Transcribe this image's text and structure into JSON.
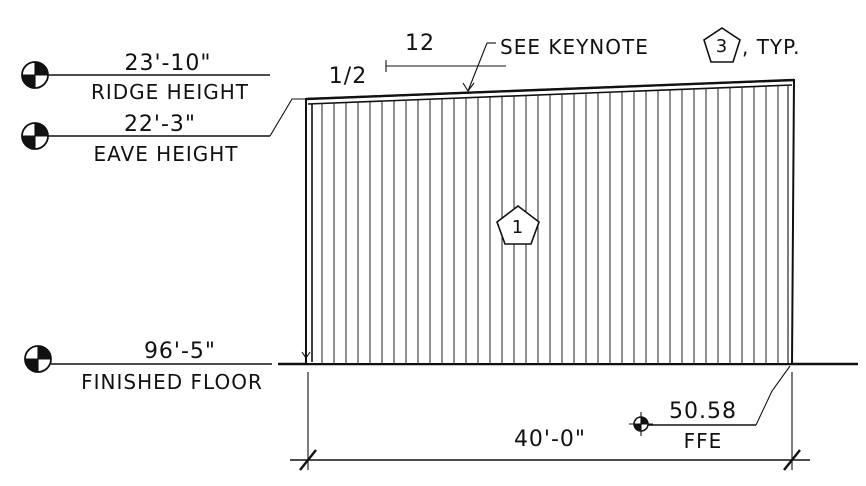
{
  "levels": {
    "ridge": {
      "value": "23'-10\"",
      "label": "RIDGE HEIGHT"
    },
    "eave": {
      "value": "22'-3\"",
      "label": "EAVE HEIGHT"
    },
    "floor": {
      "value": "96'-5\"",
      "label": "FINISHED FLOOR"
    }
  },
  "slope": {
    "rise": "1/2",
    "run": "12"
  },
  "keynote_callout": {
    "prefix": "SEE KEYNOTE",
    "number": "3",
    "suffix": ", TYP."
  },
  "wall_keynote": {
    "number": "1"
  },
  "dimension": {
    "length": "40'-0\""
  },
  "elevation": {
    "value": "50.58",
    "label": "FFE"
  },
  "colors": {
    "ink": "#111111",
    "paper": "#ffffff"
  }
}
